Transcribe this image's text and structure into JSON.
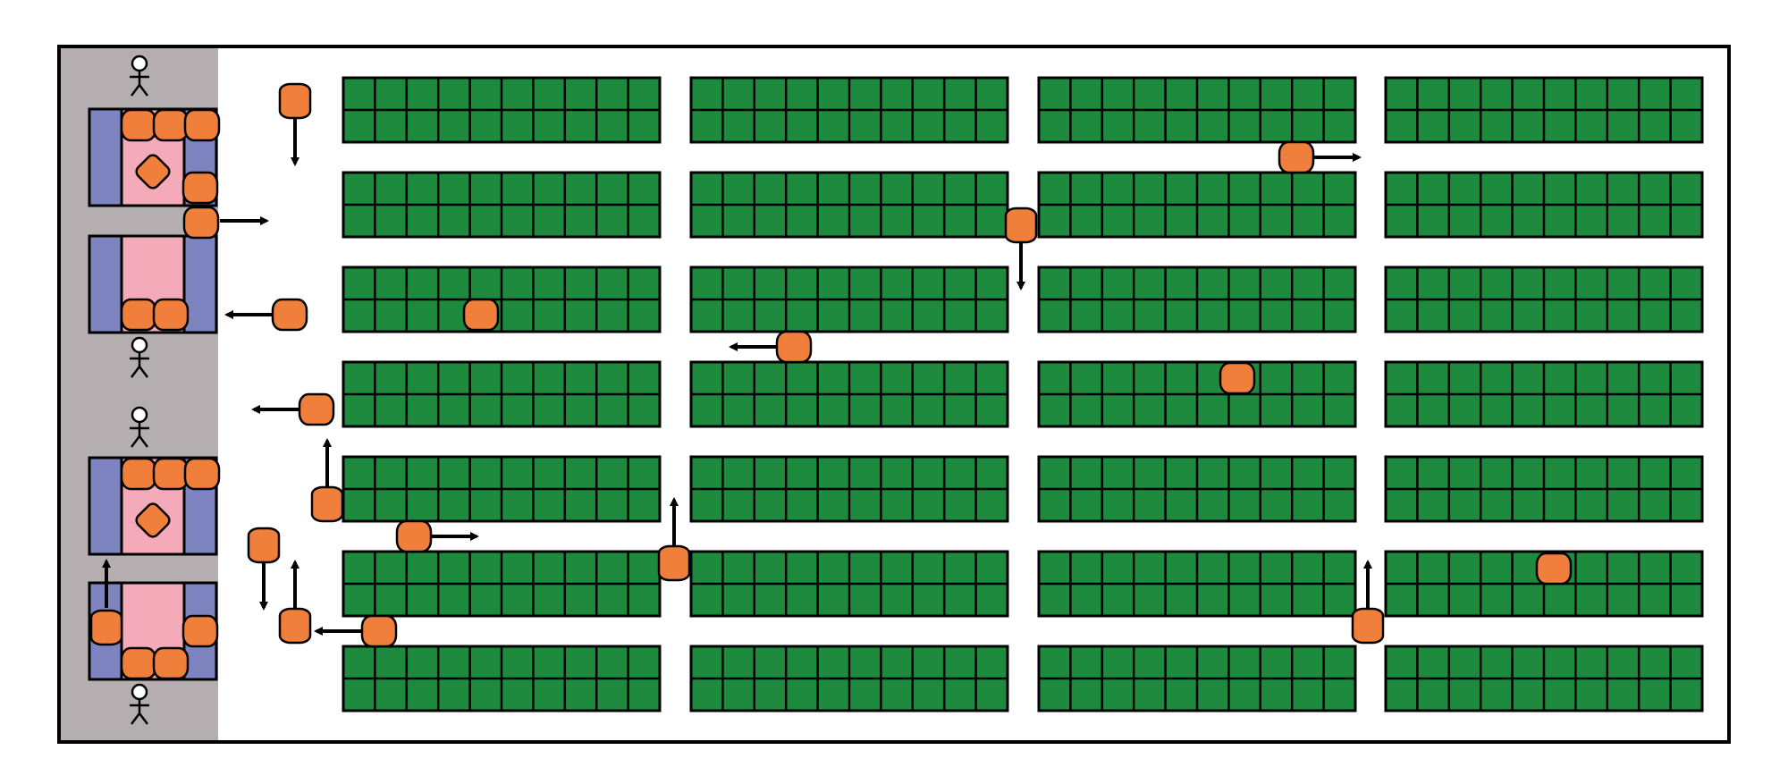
{
  "colors": {
    "background": "#ffffff",
    "frame": "#000000",
    "station_zone": "#b5aeb0",
    "shelf_green": "#1e8a3e",
    "robot_orange": "#f07f3c",
    "station_blue": "#7d84bf",
    "station_pink": "#f4aab9",
    "arrow": "#000000"
  },
  "legend_icons": {
    "operator": "person-icon",
    "robot": "robot-icon",
    "direction": "arrow-icon",
    "workstation": "workstation-icon",
    "tote": "diamond-icon"
  },
  "warehouse": {
    "shelf_block_rows": 7,
    "shelf_block_cols": 4,
    "cells_per_block_row": 10,
    "cell_rows_per_block": 2,
    "workstation_count": 4,
    "operator_count": 4,
    "robot_count": 18
  },
  "robots": [
    {
      "id": "r1",
      "state": "moving-down"
    },
    {
      "id": "r2",
      "state": "moving-right"
    },
    {
      "id": "r3",
      "state": "moving-left"
    },
    {
      "id": "r4",
      "state": "carrying-shelf"
    },
    {
      "id": "r5",
      "state": "moving-right"
    },
    {
      "id": "r6",
      "state": "moving-down"
    },
    {
      "id": "r7",
      "state": "moving-left"
    },
    {
      "id": "r8",
      "state": "carrying-shelf"
    },
    {
      "id": "r9",
      "state": "moving-left"
    },
    {
      "id": "r10",
      "state": "moving-up"
    },
    {
      "id": "r11",
      "state": "moving-right"
    },
    {
      "id": "r12",
      "state": "moving-up"
    },
    {
      "id": "r13",
      "state": "moving-down"
    },
    {
      "id": "r14",
      "state": "moving-up"
    },
    {
      "id": "r15",
      "state": "moving-left"
    },
    {
      "id": "r16",
      "state": "moving-up"
    },
    {
      "id": "r17",
      "state": "carrying-shelf"
    },
    {
      "id": "r18",
      "state": "moving-up"
    }
  ]
}
